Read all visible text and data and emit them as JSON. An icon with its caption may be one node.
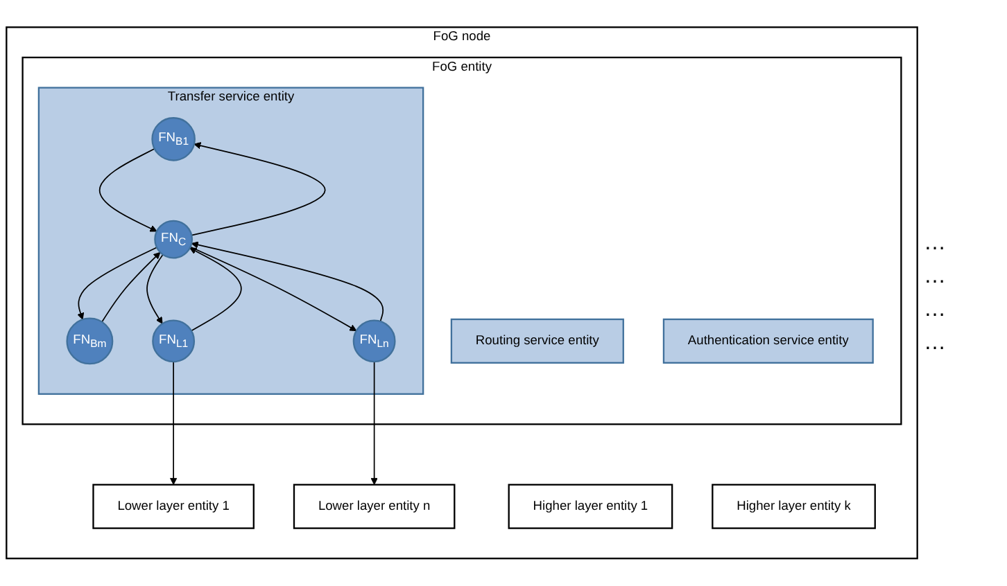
{
  "diagram": {
    "nodes": [
      {
        "text": [
          "FoG node"
        ]
      },
      {
        "text": [
          "Higher layer entity 1"
        ],
        "in": 0
      },
      {
        "text": [
          "Higher layer entity k"
        ],
        "in": 0
      },
      {
        "text": [
          "FoG entity"
        ],
        "in": 0
      },
      {
        "text": [
          "Transfer service entity"
        ],
        "in": 3
      },
      {
        "text": [
          "FN$_{B1}$"
        ],
        "in": 4
      },
      {
        "text": [
          "FN$_{Bm}$"
        ],
        "in": 4
      },
      {
        "text": [
          "FN$_{C}$"
        ],
        "in": 4
      },
      {
        "text": [
          "FN$_{L1}$"
        ],
        "in": 4
      },
      {
        "text": [
          "FN$_{Ln}$"
        ],
        "in": 4
      },
      {
        "text": [
          "Routing service entity"
        ],
        "in": 3
      },
      {
        "text": [
          "Authentication service entity"
        ],
        "in": 3
      },
      {
        "text": [
          "Lower layer entity 1"
        ],
        "in": 0
      },
      {
        "text": [
          "Lower layer entity n"
        ],
        "in": 0
      }
    ],
    "edges": [
      {
        "from": 5,
        "to": 7,
        "arrow": "to"
      },
      {
        "from": 7,
        "to": 5,
        "arrow": "to"
      },
      {
        "from": 7,
        "to": 6,
        "arrow": "to"
      },
      {
        "from": 6,
        "to": 7,
        "arrow": "to"
      },
      {
        "from": 7,
        "to": 8,
        "arrow": "to"
      },
      {
        "from": 8,
        "to": 7,
        "arrow": "to"
      },
      {
        "from": 7,
        "to": 9,
        "arrow": "to"
      },
      {
        "from": 9,
        "to": 7,
        "arrow": "to"
      },
      {
        "from": 8,
        "to": 12,
        "arrow": "to"
      },
      {
        "from": 9,
        "to": 13,
        "arrow": "to"
      }
    ],
    "labels": [
      "…",
      "…",
      "…",
      "…"
    ]
  }
}
